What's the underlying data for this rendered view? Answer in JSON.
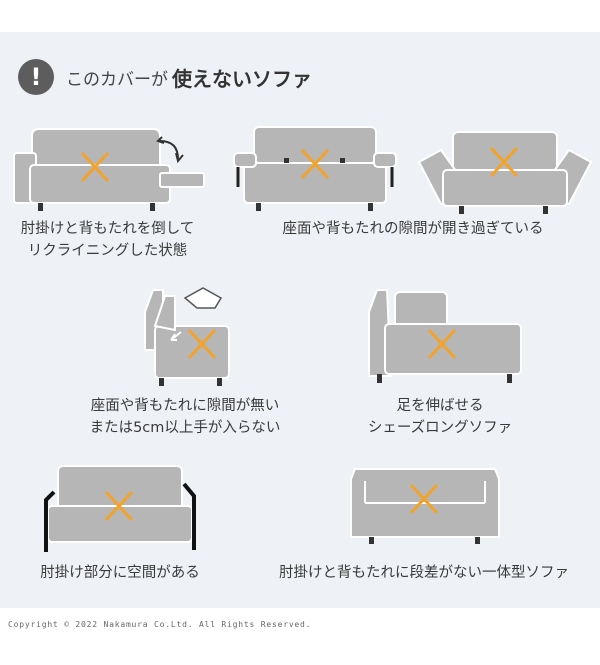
{
  "header": {
    "icon": "exclamation-icon",
    "title_pre": "このカバーが",
    "title_main": "使えないソファ"
  },
  "items": [
    {
      "line1": "肘掛けと背もたれを倒して",
      "line2": "リクライニングした状態"
    },
    {
      "line1": "座面や背もたれの隙間が開き過ぎている"
    },
    {
      "line1": "座面や背もたれに隙間が無い",
      "line2": "または5cm以上手が入らない"
    },
    {
      "line1": "足を伸ばせる",
      "line2": "シェーズロングソファ"
    },
    {
      "line1": "肘掛け部分に空間がある"
    },
    {
      "line1": "肘掛けと背もたれに段差がない一体型ソファ"
    }
  ],
  "copyright": "Copyright © 2022 Nakamura Co.Ltd. All Rights Reserved.",
  "colors": {
    "sofa": "#b6b6b6",
    "outline": "#ffffff",
    "cross": "#f3a32a",
    "legs": "#333333",
    "panel": "#eef1f5"
  }
}
